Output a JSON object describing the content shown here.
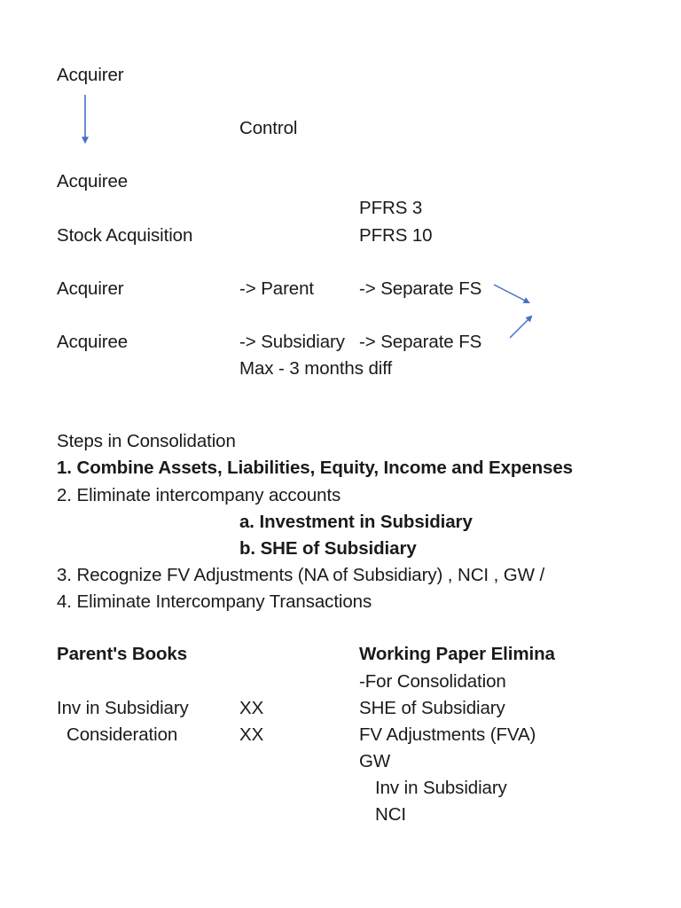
{
  "document": {
    "background_color": "#ffffff",
    "text_color": "#1a1a1a",
    "arrow_color": "#4472C4"
  },
  "section_acquisition": {
    "acquirer_label": "Acquirer",
    "control_label": "Control",
    "acquiree_label": "Acquiree",
    "pfrs3_label": "PFRS 3",
    "stock_acquisition_label": "Stock Acquisition",
    "pfrs10_label": "PFRS 10"
  },
  "section_mapping": {
    "acquirer_label": "Acquirer",
    "acquirer_maps_to": "-> Parent",
    "acquirer_statement": "-> Separate FS",
    "acquiree_label": "Acquiree",
    "acquiree_maps_to": "-> Subsidiary",
    "acquiree_statement": "-> Separate FS",
    "max_diff_note": "Max - 3 months diff"
  },
  "section_steps": {
    "heading": "Steps in Consolidation",
    "step_1": "1. Combine Assets, Liabilities, Equity, Income and Expenses",
    "step_2": "2. Eliminate intercompany accounts",
    "step_2a": "a. Investment in Subsidiary",
    "step_2b": "b. SHE of Subsidiary",
    "step_3": "3. Recognize FV Adjustments (NA of Subsidiary) , NCI , GW / ",
    "step_4": "4. Eliminate Intercompany Transactions"
  },
  "section_parents_books": {
    "heading": "Parent's Books",
    "rows": [
      {
        "account": "Inv in Subsidiary",
        "amount": "XX"
      },
      {
        "account": "Consideration",
        "amount": "XX"
      }
    ]
  },
  "section_working_paper": {
    "heading": "Working Paper Elimina",
    "subheading": "-For Consolidation",
    "debits": [
      "SHE of Subsidiary",
      "FV Adjustments (FVA)",
      "GW"
    ],
    "credits": [
      "Inv in Subsidiary",
      "NCI"
    ]
  },
  "arrows": {
    "control_arrow": "down-arrow",
    "separate_fs_arrow_top": "diagonal-down-right-arrow",
    "separate_fs_arrow_bottom": "diagonal-up-right-arrow"
  }
}
